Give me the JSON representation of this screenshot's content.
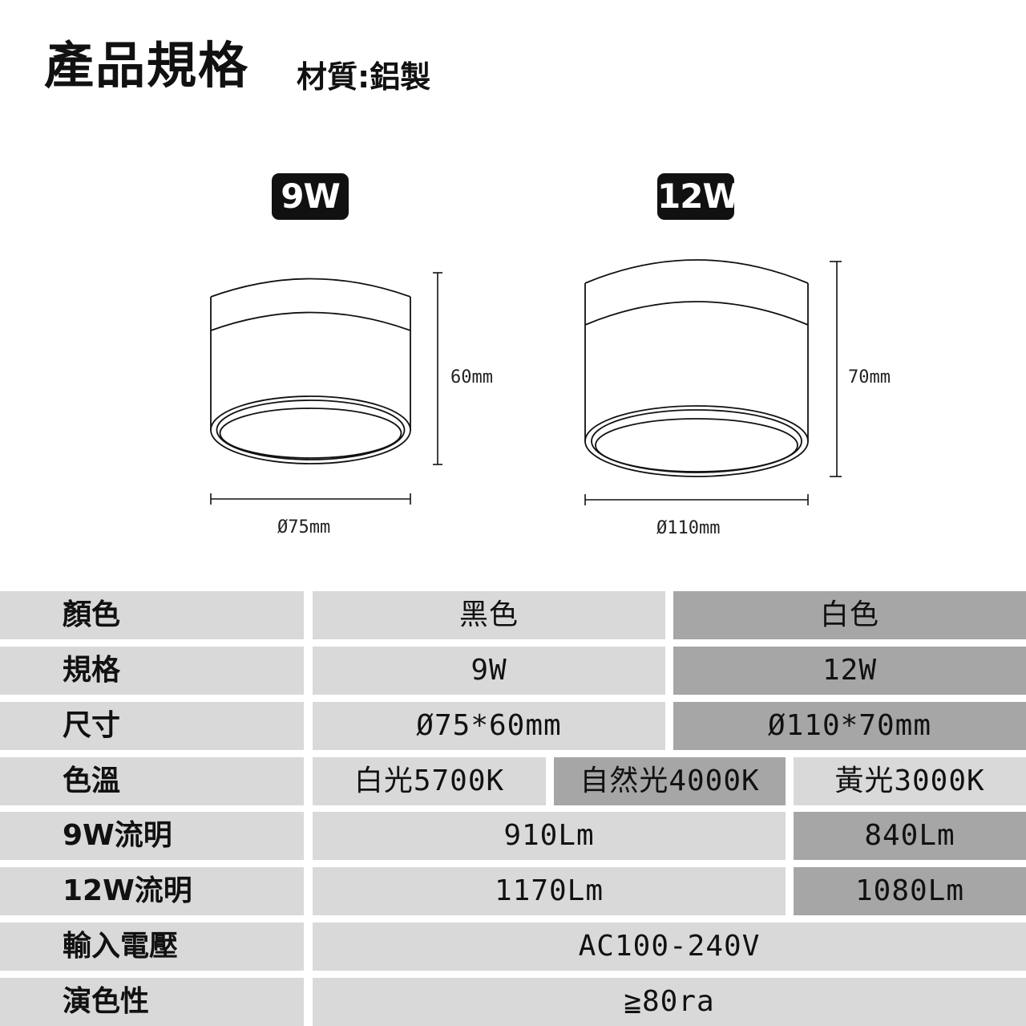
{
  "header": {
    "title": "產品規格",
    "material": "材質:鋁製"
  },
  "models": [
    {
      "badge": "9W",
      "height": "60mm",
      "diameter": "Ø75mm"
    },
    {
      "badge": "12W",
      "height": "70mm",
      "diameter": "Ø110mm"
    }
  ],
  "specs": {
    "color": {
      "label": "顏色",
      "black": "黑色",
      "white": "白色"
    },
    "power": {
      "label": "規格",
      "a": "9W",
      "b": "12W"
    },
    "size": {
      "label": "尺寸",
      "a": "Ø75*60mm",
      "b": "Ø110*70mm"
    },
    "temp": {
      "label": "色溫",
      "a": "白光5700K",
      "b": "自然光4000K",
      "c": "黃光3000K"
    },
    "lm9": {
      "label": "9W流明",
      "a": "910Lm",
      "b": "840Lm"
    },
    "lm12": {
      "label": "12W流明",
      "a": "1170Lm",
      "b": "1080Lm"
    },
    "voltage": {
      "label": "輸入電壓",
      "value": "AC100-240V"
    },
    "cri": {
      "label": "演色性",
      "value": "≧80ra"
    }
  }
}
